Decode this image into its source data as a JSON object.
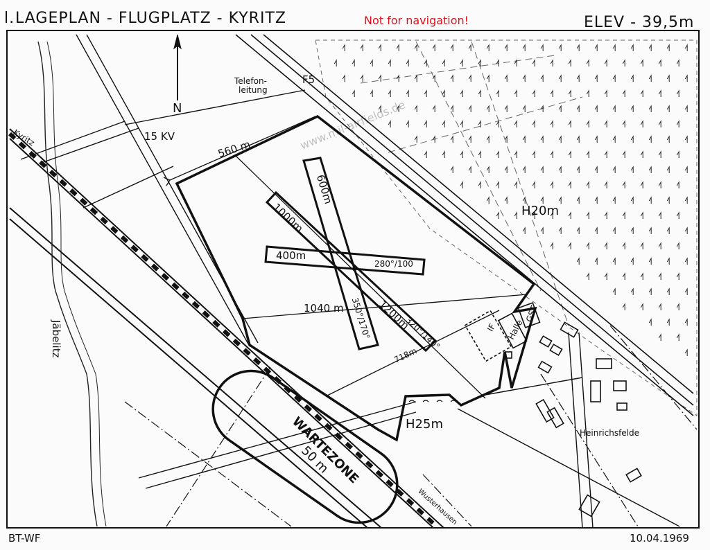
{
  "title": "LAGEPLAN - FLUGPLATZ - KYRITZ",
  "title_prefix": "l.",
  "warning": "Not for navigation!",
  "elevation": "ELEV - 39,5m",
  "footer_left": "BT-WF",
  "footer_date": "10.04.1969",
  "watermark": "www.mil-airfields.de",
  "labels": {
    "north": "N",
    "telefon": "Telefon-",
    "leitung": "leitung",
    "f5": "F5",
    "kv15": "15 KV",
    "kyritz": "Kyritz",
    "jabel": "Jäbelitz",
    "dist_560": "560 m",
    "dist_1040": "1040 m",
    "dist_718": "718m",
    "dist_1200": "1200m",
    "rw_600": "600m",
    "rw_1000": "1000m",
    "rw_400": "400m",
    "hdg_280": "280°/100",
    "hdg_350": "350°/170°",
    "hdg_320": "320°/140°",
    "h20": "H20m",
    "h25": "H25m",
    "wartezone": "WARTEZONE",
    "w50": "50 m",
    "if": "IF",
    "halle": "Halle",
    "gst": "GST",
    "heinrichsfelde": "Heinrichsfelde",
    "wusterhausen": "Wusterhausen"
  },
  "colors": {
    "ink": "#111111",
    "warning": "#e0101a",
    "paper": "#fbfbfb"
  }
}
